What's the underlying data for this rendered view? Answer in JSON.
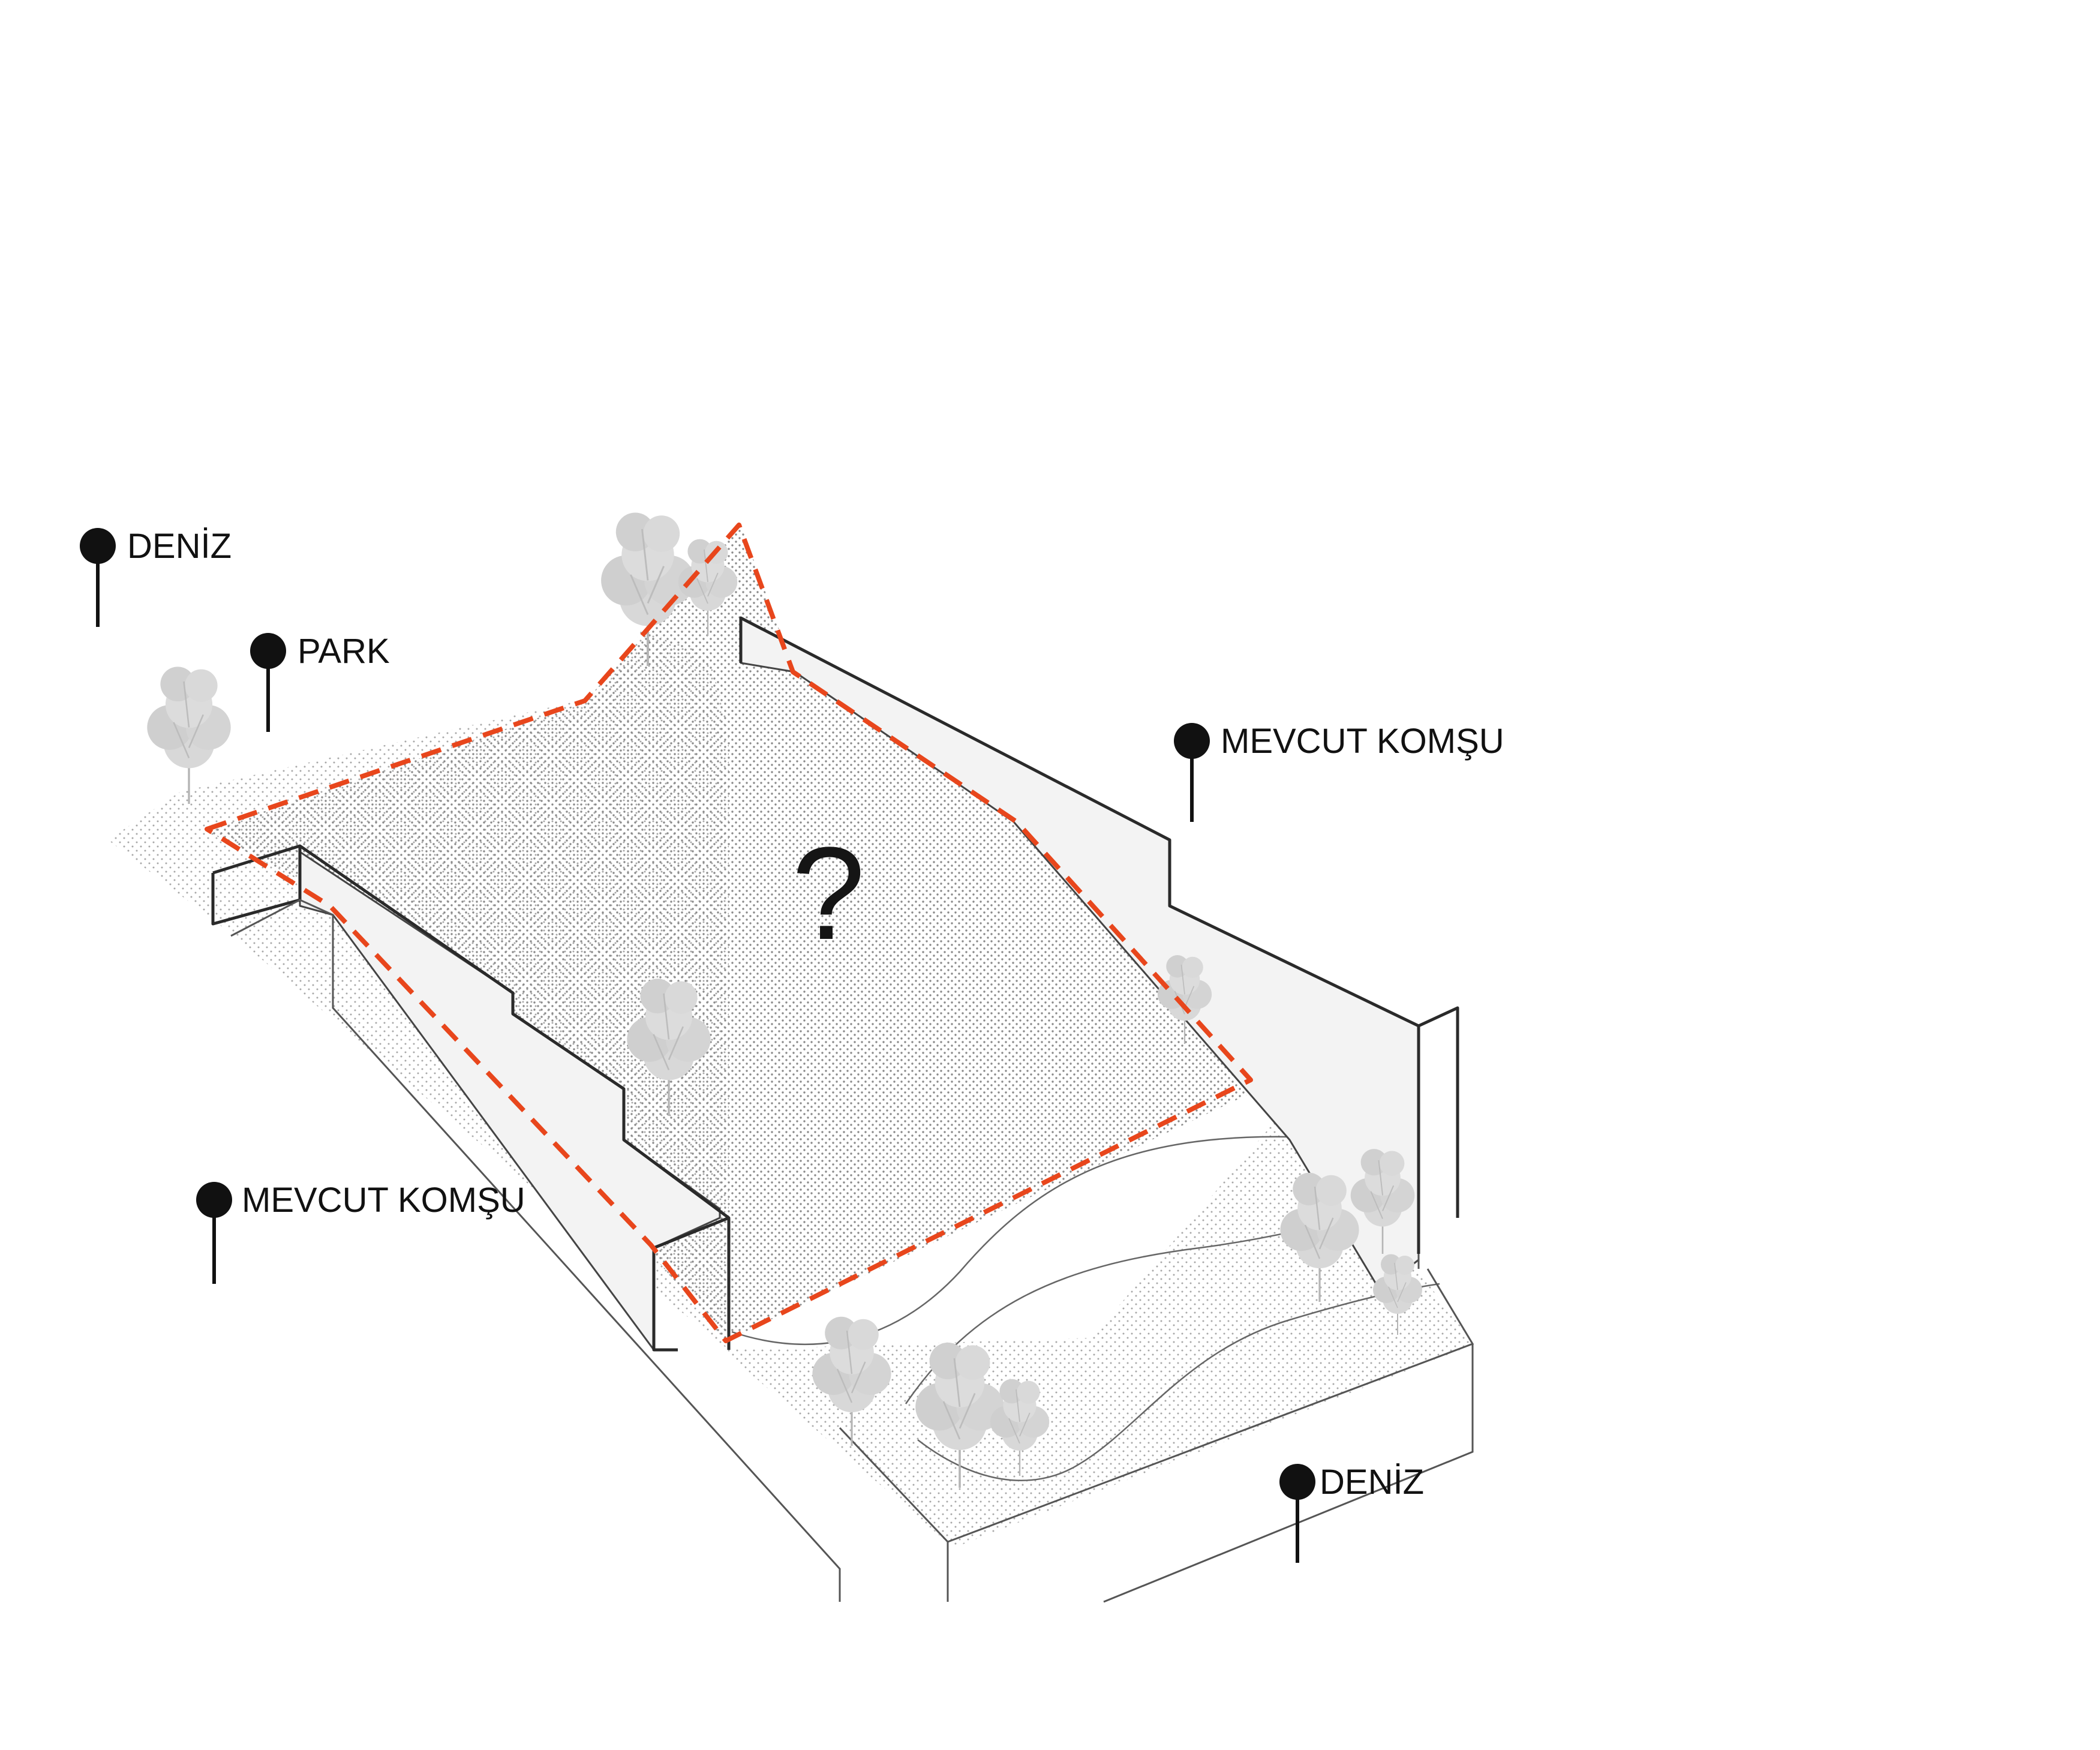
{
  "labels": {
    "deniz_top": "DENİZ",
    "park": "PARK",
    "mevcut_komsu_right": "MEVCUT KOMŞU",
    "mevcut_komsu_left": "MEVCUT KOMŞU",
    "deniz_bottom": "DENİZ",
    "question": "?"
  },
  "colors": {
    "boundary": "#e8461c",
    "pin": "#111111",
    "wall_fill": "#f3f3f3"
  },
  "icons": {
    "pin": "location-pin-icon",
    "tree": "tree-icon"
  }
}
